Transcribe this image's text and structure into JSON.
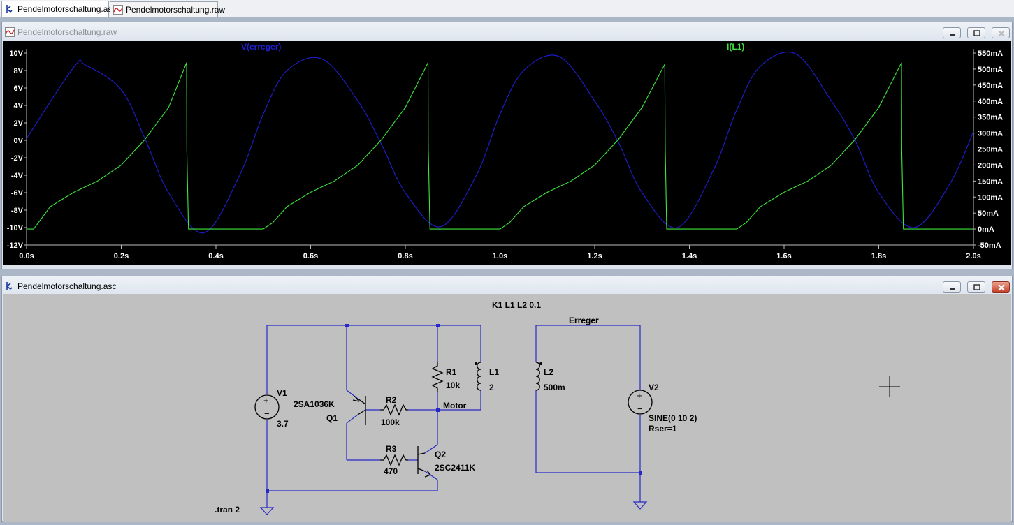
{
  "tabs": [
    {
      "label": "Pendelmotorschaltung.asc",
      "icon": "schematic-icon",
      "active": true
    },
    {
      "label": "Pendelmotorschaltung.raw",
      "icon": "waveform-icon",
      "active": false
    }
  ],
  "plot_window": {
    "title": "Pendelmotorschaltung.raw",
    "icon": "waveform-icon",
    "buttons": [
      "minimize-icon",
      "restore-icon",
      "close-icon"
    ]
  },
  "schematic_window": {
    "title": "Pendelmotorschaltung.asc",
    "icon": "schematic-icon",
    "buttons": [
      "minimize-icon",
      "restore-icon",
      "close-icon"
    ]
  },
  "colors": {
    "plot_bg": "#000000",
    "series_v": "#1e1ed2",
    "series_i": "#3ce63c",
    "axis_text": "#ffffff",
    "wire": "#2828c8",
    "schematic_bg": "#c0c0c0"
  },
  "chart_data": {
    "type": "line",
    "title": "",
    "xlabel": "",
    "x_ticks": [
      "0.0s",
      "0.2s",
      "0.4s",
      "0.6s",
      "0.8s",
      "1.0s",
      "1.2s",
      "1.4s",
      "1.6s",
      "1.8s",
      "2.0s"
    ],
    "xlim": [
      0,
      2
    ],
    "left_axis": {
      "ticks": [
        "10V",
        "8V",
        "6V",
        "4V",
        "2V",
        "0V",
        "-2V",
        "-4V",
        "-6V",
        "-8V",
        "-10V",
        "-12V"
      ],
      "ylim": [
        -12,
        10
      ]
    },
    "right_axis": {
      "ticks": [
        "550mA",
        "500mA",
        "450mA",
        "400mA",
        "350mA",
        "300mA",
        "250mA",
        "200mA",
        "150mA",
        "100mA",
        "50mA",
        "0mA",
        "-50mA"
      ],
      "ylim": [
        -50,
        550
      ]
    },
    "series": [
      {
        "name": "V(erreger)",
        "axis": "left",
        "color": "#1e1ed2",
        "x": [
          0,
          0.1,
          0.125,
          0.2,
          0.25,
          0.3,
          0.375,
          0.45,
          0.5,
          0.55,
          0.625,
          0.7,
          0.75,
          0.8,
          0.875,
          0.95,
          1.0,
          1.05,
          1.125,
          1.2,
          1.25,
          1.3,
          1.375,
          1.45,
          1.5,
          1.55,
          1.625,
          1.7,
          1.75,
          1.8,
          1.875,
          1.95,
          2.0
        ],
        "y": [
          0.2,
          8.4,
          8.6,
          5.8,
          0.2,
          -6.0,
          -10.6,
          -4.0,
          3.0,
          8.0,
          9.3,
          4.5,
          -0.5,
          -6.0,
          -9.9,
          -4.0,
          3.0,
          8.0,
          9.6,
          4.5,
          -0.2,
          -6.0,
          -10.0,
          -3.5,
          3.5,
          8.5,
          9.9,
          4.5,
          0.0,
          -6.0,
          -10.0,
          -5.0,
          1.0
        ]
      },
      {
        "name": "I(L1)",
        "axis": "right",
        "color": "#3ce63c",
        "x": [
          0,
          0.015,
          0.05,
          0.1,
          0.15,
          0.2,
          0.25,
          0.3,
          0.338,
          0.3385,
          0.342,
          0.5,
          0.52,
          0.55,
          0.6,
          0.65,
          0.7,
          0.75,
          0.8,
          0.848,
          0.8485,
          0.852,
          1.0,
          1.02,
          1.05,
          1.1,
          1.15,
          1.2,
          1.25,
          1.3,
          1.348,
          1.349,
          1.352,
          1.5,
          1.52,
          1.55,
          1.6,
          1.65,
          1.7,
          1.75,
          1.8,
          1.848,
          1.8485,
          1.852,
          2.0
        ],
        "y": [
          0,
          0,
          70,
          115,
          150,
          200,
          280,
          380,
          520,
          250,
          0,
          0,
          20,
          70,
          115,
          150,
          200,
          280,
          380,
          520,
          250,
          0,
          0,
          20,
          70,
          115,
          150,
          200,
          280,
          380,
          515,
          250,
          0,
          0,
          20,
          70,
          115,
          150,
          200,
          280,
          380,
          520,
          250,
          0,
          0
        ]
      }
    ],
    "grid": false,
    "legend": "top"
  },
  "schematic": {
    "directive_k": "K1 L1 L2 0.1",
    "directive_tran": ".tran 2",
    "net_erreger": "Erreger",
    "net_motor": "Motor",
    "v1_name": "V1",
    "v1_value": "3.7",
    "q1_name": "Q1",
    "q1_model": "2SA1036K",
    "q2_name": "Q2",
    "q2_model": "2SC2411K",
    "r1_name": "R1",
    "r1_value": "10k",
    "r2_name": "R2",
    "r2_value": "100k",
    "r3_name": "R3",
    "r3_value": "470",
    "l1_name": "L1",
    "l1_value": "2",
    "l2_name": "L2",
    "l2_value": "500m",
    "v2_name": "V2",
    "v2_value": "SINE(0 10 2)",
    "v2_rser": "Rser=1",
    "cursor": "crosshair-icon"
  }
}
